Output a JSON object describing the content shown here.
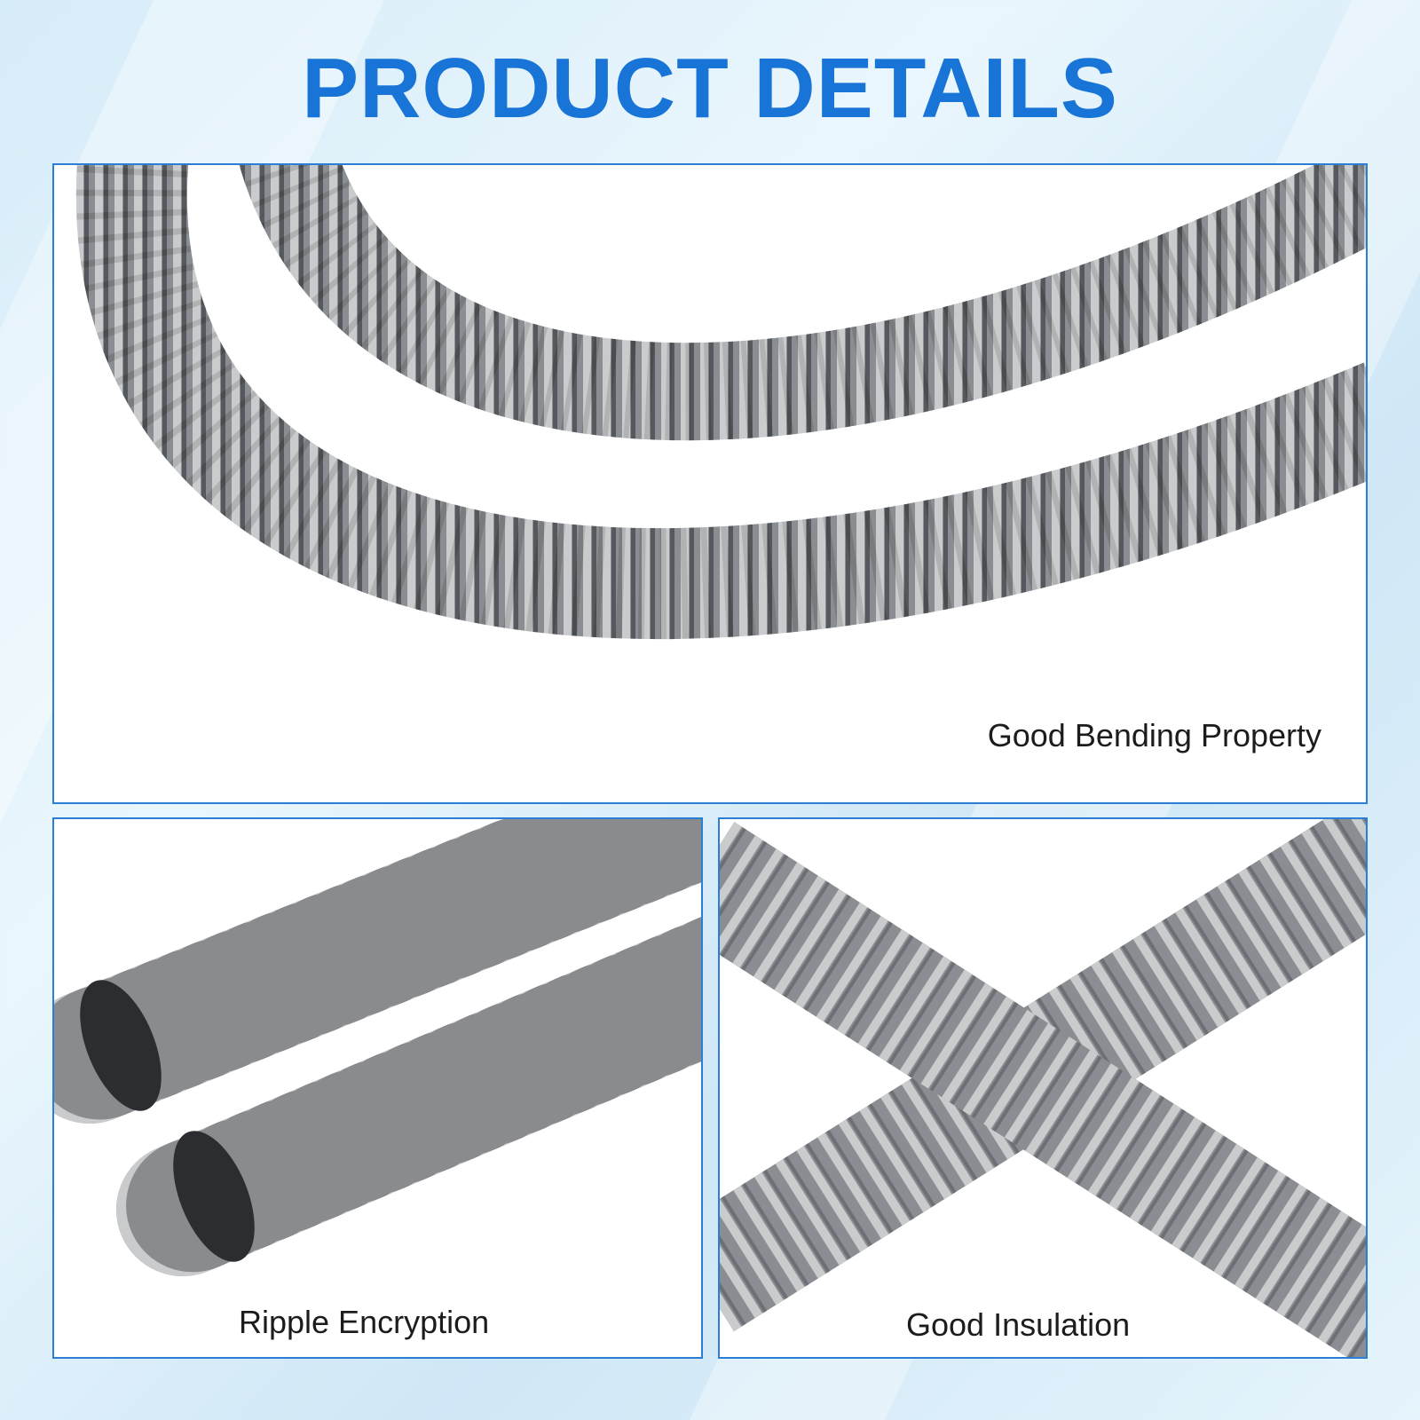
{
  "header": {
    "title": "PRODUCT DETAILS"
  },
  "panels": [
    {
      "caption": "Good Bending Property"
    },
    {
      "caption": "Ripple Encryption"
    },
    {
      "caption": "Good Insulation"
    }
  ],
  "colors": {
    "title": "#1874d6",
    "panel_border": "#2a7fd4",
    "hose_base": "#8a8d91",
    "hose_highlight": "#c9cbcd",
    "hose_shadow": "#55585c"
  },
  "icons": [
    "corrugated-hose-image"
  ]
}
